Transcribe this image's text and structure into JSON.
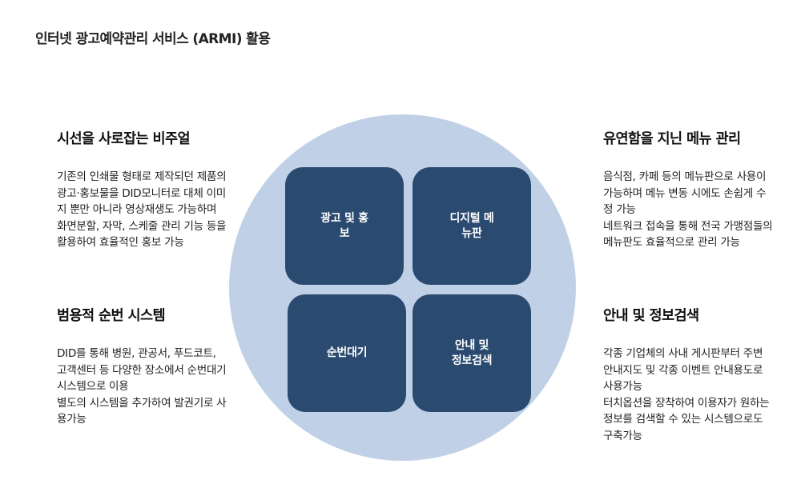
{
  "page": {
    "title": "인터넷 광고예약관리 서비스 (ARMI) 활용"
  },
  "colors": {
    "circle": "#c0d1e7",
    "tile": "#2b4a70",
    "tile_text": "#ffffff"
  },
  "tiles": {
    "top_left": {
      "line1": "광고 및 홍",
      "line2": "보"
    },
    "top_right": {
      "line1": "디지털 메",
      "line2": "뉴판"
    },
    "bottom_left": {
      "line1": "순번대기",
      "line2": ""
    },
    "bottom_right": {
      "line1": "안내 및",
      "line2": "정보검색"
    }
  },
  "blocks": {
    "top_left": {
      "heading": "시선을 사로잡는 비주얼",
      "body": "기존의 인쇄물 형태로 제작되던 제품의 광고·홍보물을 DID모니터로 대체 이미지 뿐만 아니라 영상재생도 가능하며 화면분할, 자막, 스케줄 관리 기능 등을 활용하여 효율적인 홍보 가능"
    },
    "bottom_left": {
      "heading": "범용적 순번 시스템",
      "body": "DID를 통해 병원, 관공서, 푸드코트, 고객센터 등 다양한 장소에서 순번대기 시스템으로 이용\n별도의 시스템을 추가하여 발권기로 사용가능"
    },
    "top_right": {
      "heading": "유연함을 지닌 메뉴 관리",
      "body": "음식점, 카페 등의 메뉴판으로 사용이 가능하며 메뉴 변동 시에도 손쉽게 수정 가능\n네트워크 접속을 통해 전국 가맹점들의 메뉴판도 효율적으로 관리 가능"
    },
    "bottom_right": {
      "heading": "안내 및 정보검색",
      "body": "각종 기업체의 사내 게시판부터 주변 안내지도 및 각종 이벤트 안내용도로 사용가능\n터치옵션을 장착하여 이용자가 원하는 정보를 검색할 수 있는 시스템으로도 구축가능"
    }
  }
}
